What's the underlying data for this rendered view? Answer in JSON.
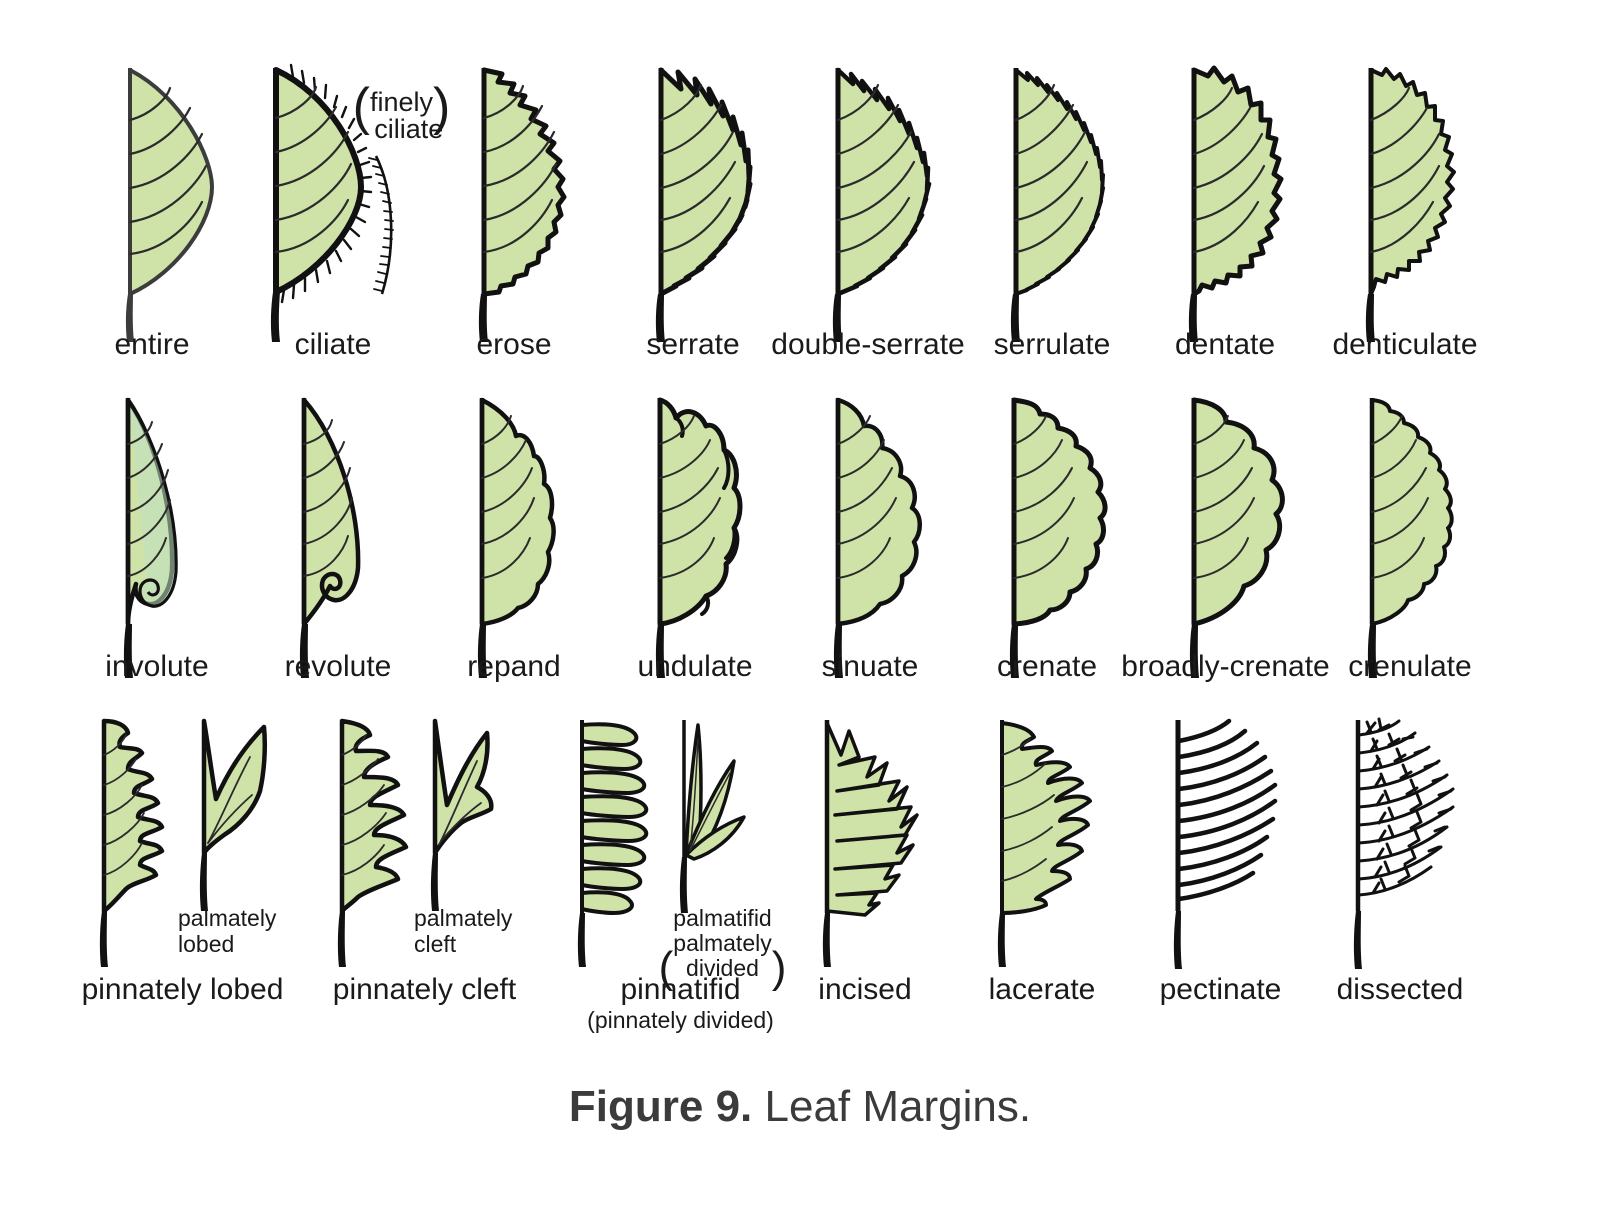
{
  "figure": {
    "caption_bold": "Figure 9.",
    "caption_rest": " Leaf Margins."
  },
  "colors": {
    "leaf_fill": "#cfe2a8",
    "leaf_outline": "#111111",
    "entire_outline": "#3c3c3c",
    "vein": "#2b2b2b",
    "background": "#ffffff",
    "caption_text": "#3b3b3b",
    "label_text": "#1a1a1a"
  },
  "annotations": {
    "finely_ciliate_line1": "finely",
    "finely_ciliate_line2": "ciliate",
    "paren_left": "(",
    "paren_right": ")"
  },
  "rows": [
    {
      "name": "row-1",
      "items": [
        {
          "id": "entire",
          "label": "entire"
        },
        {
          "id": "ciliate",
          "label": "ciliate"
        },
        {
          "id": "erose",
          "label": "erose"
        },
        {
          "id": "serrate",
          "label": "serrate"
        },
        {
          "id": "double-serrate",
          "label": "double-serrate"
        },
        {
          "id": "serrulate",
          "label": "serrulate"
        },
        {
          "id": "dentate",
          "label": "dentate"
        },
        {
          "id": "denticulate",
          "label": "denticulate"
        }
      ]
    },
    {
      "name": "row-2",
      "items": [
        {
          "id": "involute",
          "label": "involute"
        },
        {
          "id": "revolute",
          "label": "revolute"
        },
        {
          "id": "repand",
          "label": "repand"
        },
        {
          "id": "undulate",
          "label": "undulate"
        },
        {
          "id": "sinuate",
          "label": "sinuate"
        },
        {
          "id": "crenate",
          "label": "crenate"
        },
        {
          "id": "broadly-crenate",
          "label": "broadly-crenate"
        },
        {
          "id": "crenulate",
          "label": "crenulate"
        }
      ]
    },
    {
      "name": "row-3",
      "items": [
        {
          "id": "pinnately-lobed",
          "label": "pinnately lobed",
          "sub_label_line1": "palmately",
          "sub_label_line2": "lobed"
        },
        {
          "id": "pinnately-cleft",
          "label": "pinnately cleft",
          "sub_label_line1": "palmately",
          "sub_label_line2": "cleft"
        },
        {
          "id": "pinnatifid",
          "label": "pinnatifid",
          "label_sub": "(pinnately divided)",
          "sub_label_line1": "palmatifid",
          "sub_label_line2": "palmately",
          "sub_label_line3": "divided"
        },
        {
          "id": "incised",
          "label": "incised"
        },
        {
          "id": "lacerate",
          "label": "lacerate"
        },
        {
          "id": "pectinate",
          "label": "pectinate"
        },
        {
          "id": "dissected",
          "label": "dissected"
        }
      ]
    }
  ]
}
